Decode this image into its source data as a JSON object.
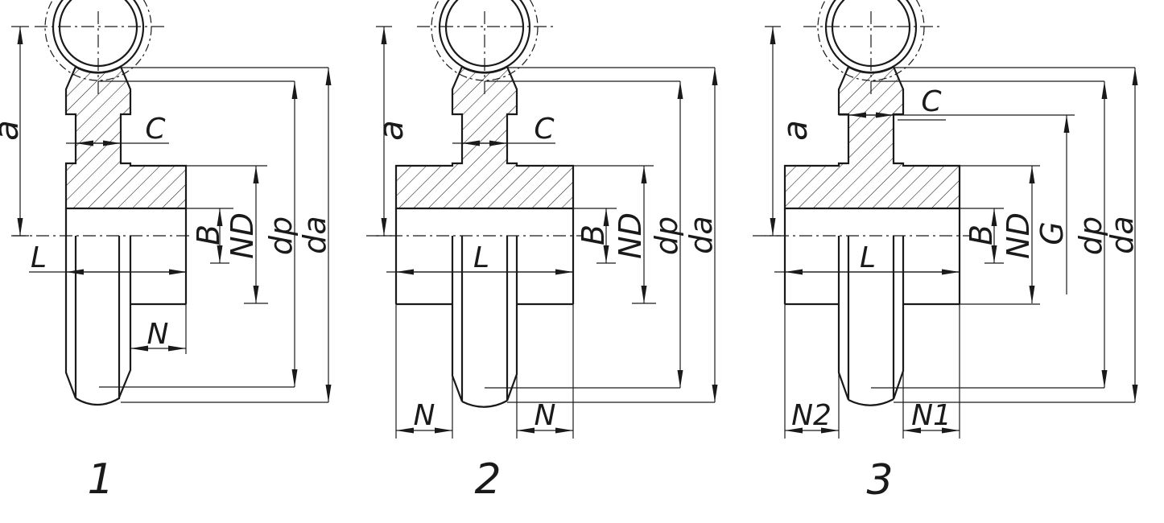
{
  "diagram": {
    "background_color": "#ffffff",
    "line_color": "#1a1a1a",
    "figures": [
      {
        "number": "1",
        "labels": {
          "a": "a",
          "c": "C",
          "b": "B",
          "nd": "ND",
          "dp": "dp",
          "da": "da",
          "l": "L",
          "n": "N"
        }
      },
      {
        "number": "2",
        "labels": {
          "a": "a",
          "c": "C",
          "b": "B",
          "nd": "ND",
          "dp": "dp",
          "da": "da",
          "l": "L",
          "n_left": "N",
          "n_right": "N"
        }
      },
      {
        "number": "3",
        "labels": {
          "a": "a",
          "c": "C",
          "b": "B",
          "nd": "ND",
          "g": "G",
          "dp": "dp",
          "da": "da",
          "l": "L",
          "n2": "N2",
          "n1": "N1"
        }
      }
    ]
  }
}
